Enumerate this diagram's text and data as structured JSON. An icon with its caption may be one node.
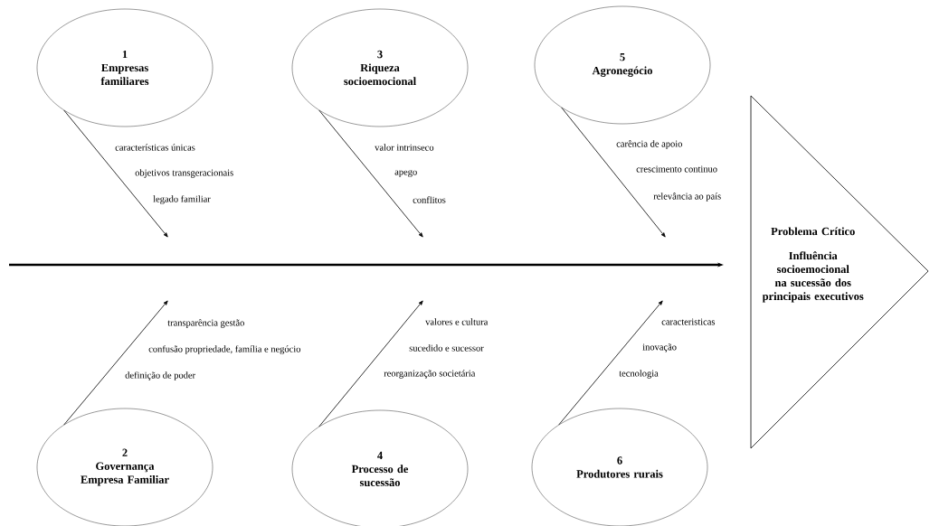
{
  "diagram": {
    "nodes": [
      {
        "text": [
          "1",
          "Empresas familiares"
        ],
        "beside": [
          "características únicas",
          "objetivos transgeracionais",
          "legado familiar"
        ]
      },
      {
        "text": [
          "2",
          "Governança Empresa Familiar"
        ],
        "beside": [
          "transparência gestão",
          "confusão propriedade, família e negócio",
          "definição de poder"
        ]
      },
      {
        "text": [
          "3",
          "Riqueza socioemocional"
        ],
        "beside": [
          "valor intrinseco",
          "apego",
          "conflitos"
        ]
      },
      {
        "text": [
          "4",
          "Processo de sucessão"
        ],
        "beside": [
          "valores e cultura",
          "sucedido e sucessor",
          "reorganização societária"
        ]
      },
      {
        "text": [
          "5",
          "Agronegócio"
        ],
        "beside": [
          "carência de apoio",
          "crescimento continuo",
          "relevância ao país"
        ]
      },
      {
        "text": [
          "6",
          "Produtores rurais"
        ],
        "beside": [
          "caracteristicas",
          "inovação",
          "tecnologia"
        ]
      },
      {
        "text": [
          "Problema Crítico",
          "Influência socioemocional na sucessão dos principais executivos"
        ]
      }
    ],
    "edges": [
      {
        "from": 0,
        "to": null,
        "arrow": "to"
      },
      {
        "from": 1,
        "to": null,
        "arrow": "to"
      },
      {
        "from": 2,
        "to": null,
        "arrow": "to"
      },
      {
        "from": 3,
        "to": null,
        "arrow": "to"
      },
      {
        "from": 4,
        "to": null,
        "arrow": "to"
      },
      {
        "from": 5,
        "to": null,
        "arrow": "to"
      },
      {
        "from": null,
        "to": 6,
        "arrow": "to",
        "style": "thick"
      }
    ]
  }
}
